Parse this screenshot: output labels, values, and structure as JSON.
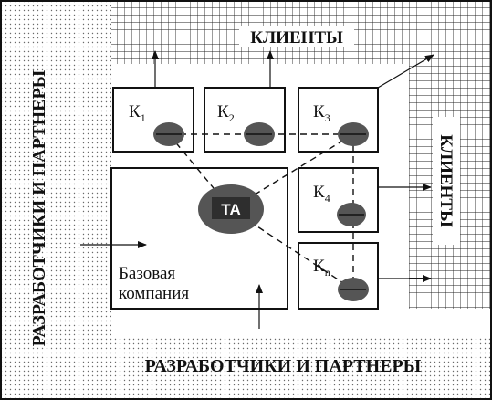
{
  "developers_label_left": "РАЗРАБОТЧИКИ И ПАРТНЕРЫ",
  "developers_label_bottom": "РАЗРАБОТЧИКИ И ПАРТНЕРЫ",
  "clients_label_top": "КЛИЕНТЫ",
  "clients_label_right": "КЛИЕНТЫ",
  "base_company_line1": "Базовая",
  "base_company_line2": "компания",
  "hub_label": "ТА",
  "clients": [
    {
      "letter": "К",
      "sub": "1"
    },
    {
      "letter": "К",
      "sub": "2"
    },
    {
      "letter": "К",
      "sub": "3"
    },
    {
      "letter": "К",
      "sub": "4"
    },
    {
      "letter": "К",
      "sub": "n"
    }
  ],
  "colors": {
    "node_fill": "#555555",
    "hub_fill": "#555555",
    "hub_box": "#333333",
    "line": "#111111"
  }
}
